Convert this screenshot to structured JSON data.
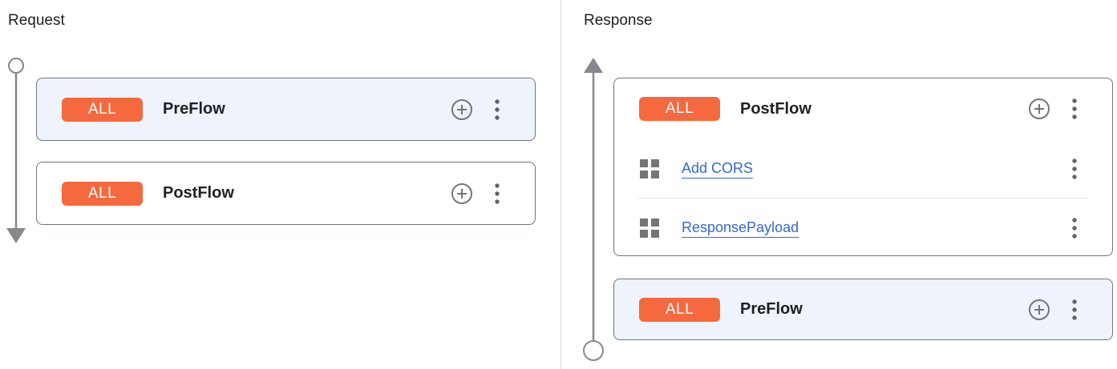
{
  "colors": {
    "accent_orange": "#F4693E",
    "link_blue": "#3367D6",
    "card_highlight_bg": "#EEF3FC",
    "card_border": "#70757A",
    "timeline_gray": "#85888C",
    "icon_gray": "#757575",
    "dots_gray": "#5F6368",
    "text_dark": "#202124",
    "divider": "#DADCE0"
  },
  "request_panel": {
    "title": "Request",
    "flows": [
      {
        "badge": "ALL",
        "name": "PreFlow"
      },
      {
        "badge": "ALL",
        "name": "PostFlow"
      }
    ]
  },
  "response_panel": {
    "title": "Response",
    "flows": [
      {
        "badge": "ALL",
        "name": "PostFlow",
        "policies": [
          {
            "name": "Add CORS"
          },
          {
            "name": "ResponsePayload"
          }
        ]
      },
      {
        "badge": "ALL",
        "name": "PreFlow"
      }
    ]
  }
}
